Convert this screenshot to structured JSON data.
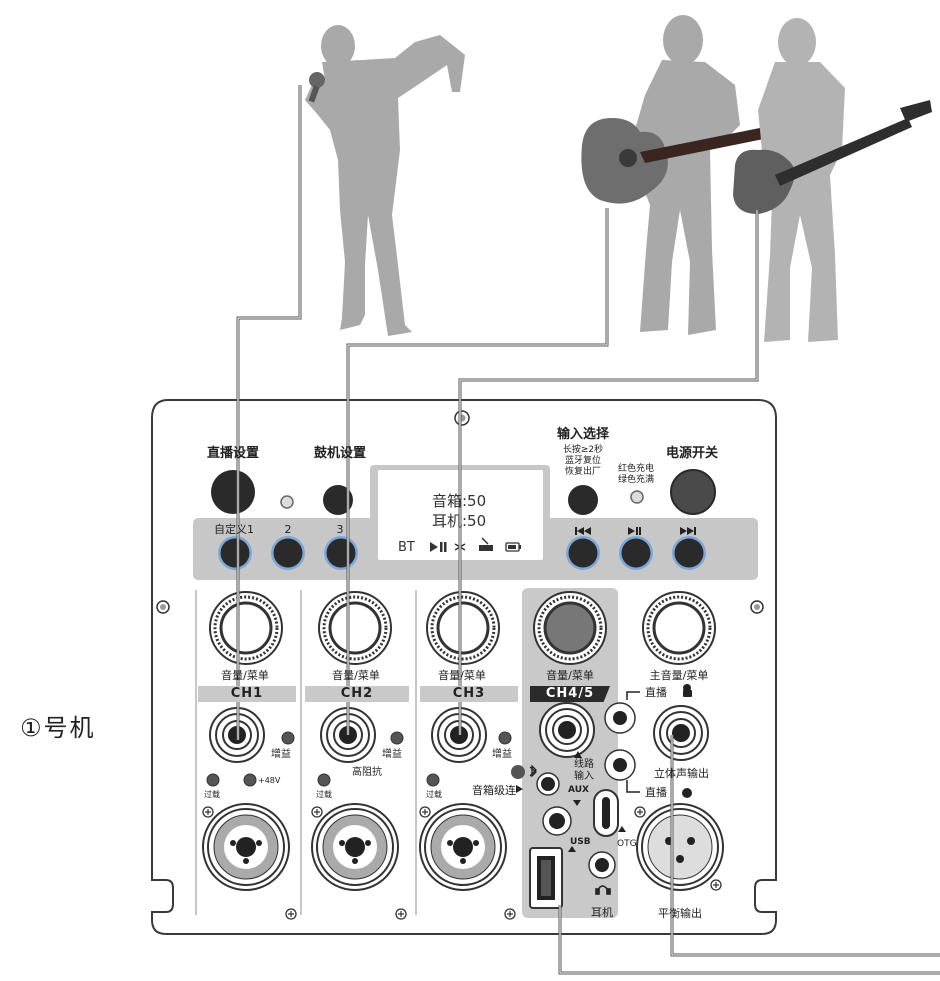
{
  "unit_label": "①号机",
  "top_panel": {
    "live_settings": "直播设置",
    "drum_settings": "鼓机设置",
    "input_select": "输入选择",
    "input_select_hint": [
      "长按≥2秒",
      "蓝牙复位",
      "恢复出厂"
    ],
    "charge_hint": [
      "红色充电",
      "绿色充满"
    ],
    "power_switch": "电源开关",
    "button_labels": [
      "自定义1",
      "2",
      "3"
    ],
    "display": {
      "speaker": "音箱:50",
      "earphone": "耳机:50",
      "status": "BT"
    }
  },
  "channels": [
    {
      "knob": "音量/菜单",
      "tag": "CH1",
      "gain": "增益",
      "clip": "过载",
      "phantom": "+48V"
    },
    {
      "knob": "音量/菜单",
      "tag": "CH2",
      "gain": "增益",
      "clip": "过载",
      "hiz": "高阻抗"
    },
    {
      "knob": "音量/菜单",
      "tag": "CH3",
      "gain": "增益",
      "clip": "过载"
    }
  ],
  "aux_section": {
    "knob": "音量/菜单",
    "tag": "CH4/5",
    "line_in": [
      "线路",
      "输入"
    ],
    "speaker_link": "音箱级连",
    "aux": "AUX",
    "usb": "USB",
    "otg": "OTG",
    "earphone": "耳机"
  },
  "master_section": {
    "knob": "主音量/菜单",
    "live_android": "直播",
    "live_apple": "直播",
    "stereo_out": "立体声输出",
    "balanced_out": "平衡输出"
  },
  "colors": {
    "silhouette": "#a9a9a9",
    "panel_gray": "#c9c9c9",
    "cable": "#555555",
    "ring_blue": "#7da7d8"
  }
}
